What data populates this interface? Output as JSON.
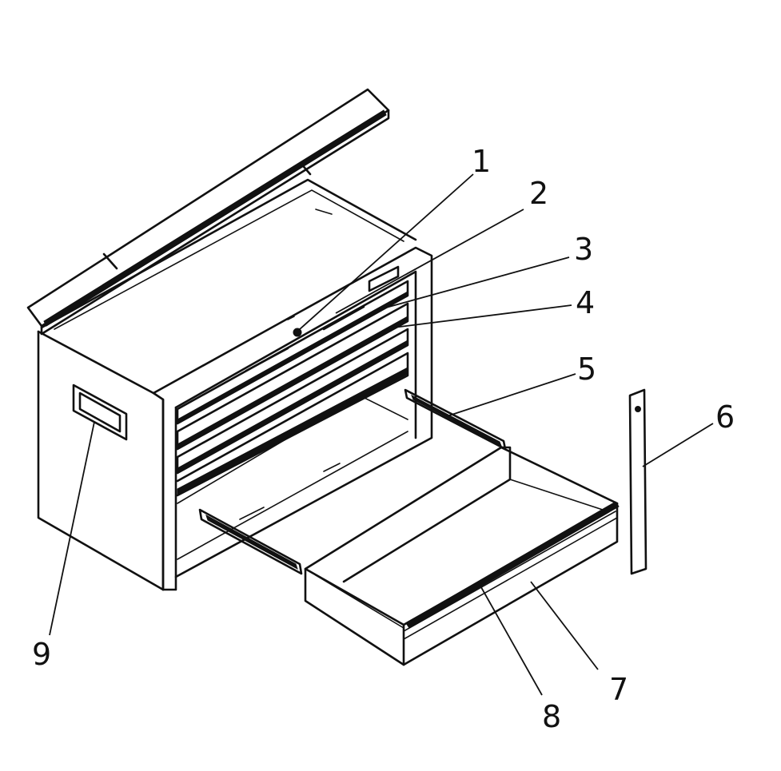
{
  "diagram": {
    "callouts": [
      {
        "id": "1",
        "label": "1"
      },
      {
        "id": "2",
        "label": "2"
      },
      {
        "id": "3",
        "label": "3"
      },
      {
        "id": "4",
        "label": "4"
      },
      {
        "id": "5",
        "label": "5"
      },
      {
        "id": "6",
        "label": "6"
      },
      {
        "id": "7",
        "label": "7"
      },
      {
        "id": "8",
        "label": "8"
      },
      {
        "id": "9",
        "label": "9"
      }
    ],
    "colors": {
      "line": "#111111",
      "background": "#ffffff"
    }
  }
}
